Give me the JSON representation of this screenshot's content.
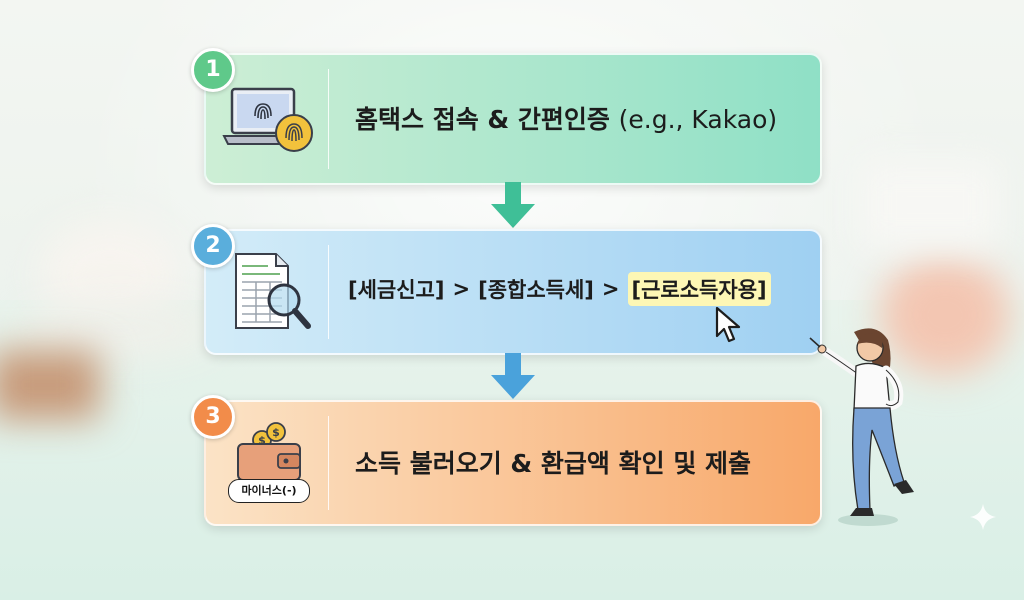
{
  "steps": [
    {
      "number": "1",
      "title": "홈택스 접속 & 간편인증",
      "subtitle": "(e.g., Kakao)",
      "icon": "laptop-fingerprint-icon",
      "color": "#5fc98a"
    },
    {
      "number": "2",
      "path": [
        "[세금신고]",
        ">",
        "[종합소득세]",
        ">",
        "[근로소득자용]"
      ],
      "icon": "document-magnifier-icon",
      "color": "#5aaedc"
    },
    {
      "number": "3",
      "title": "소득 불러오기 & 환급액 확인 및 제출",
      "icon": "wallet-coins-icon",
      "tag": "마이너스(-)",
      "color": "#f28c4a"
    }
  ],
  "arrow_color_1": "#3fbf97",
  "arrow_color_2": "#4aa2db"
}
